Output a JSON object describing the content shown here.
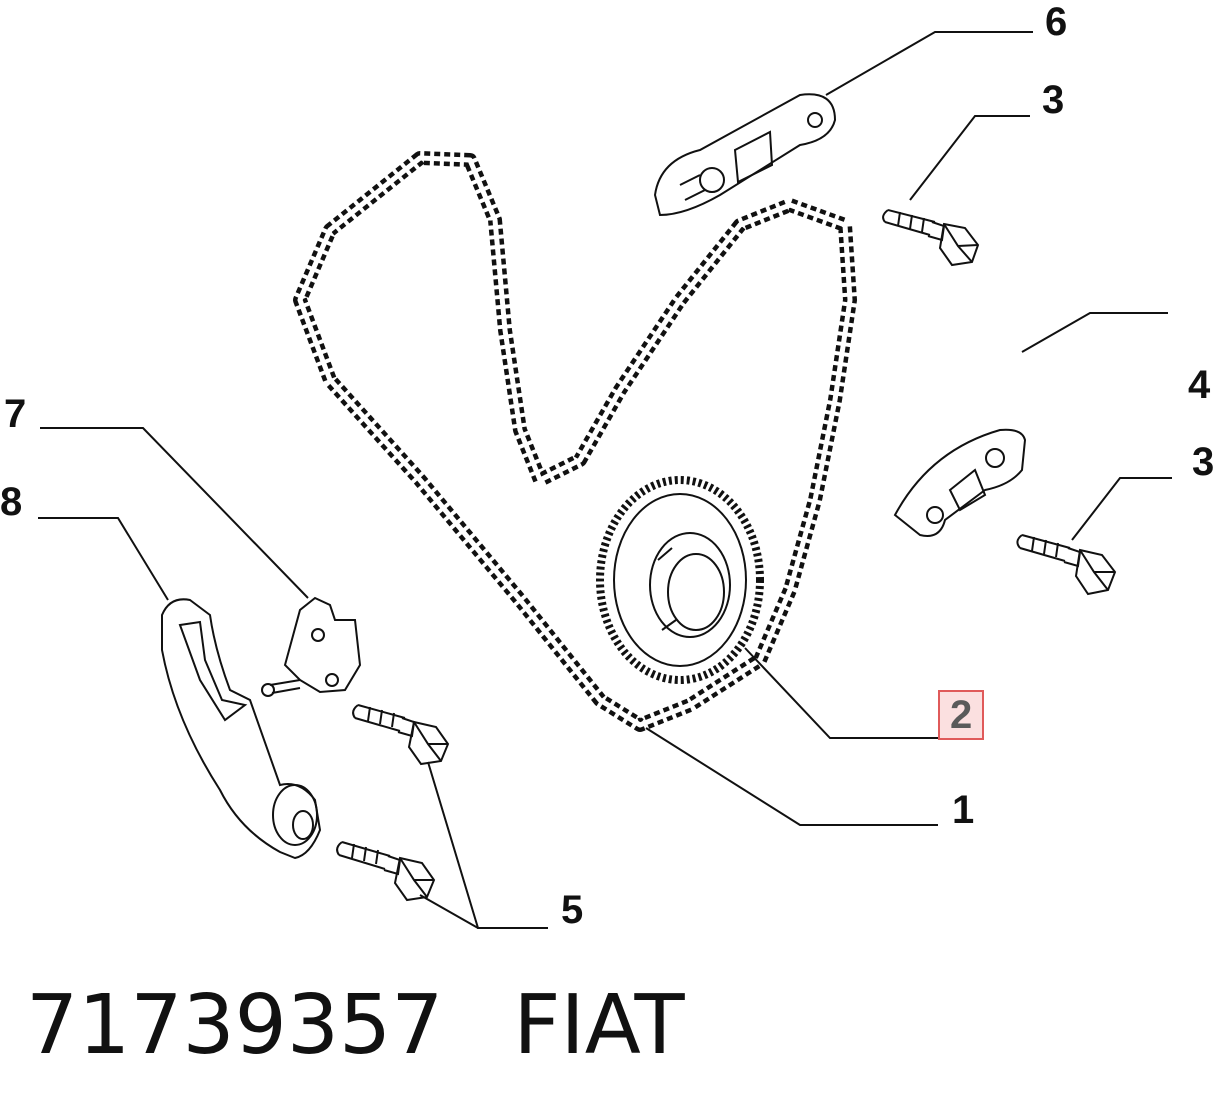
{
  "callouts": {
    "c1": "1",
    "c2": "2",
    "c3a": "3",
    "c3b": "3",
    "c4": "4",
    "c5": "5",
    "c6": "6",
    "c7": "7",
    "c8": "8"
  },
  "highlighted_callout": "2",
  "footer": {
    "part_number": "71739357",
    "brand": "FIAT"
  },
  "colors": {
    "line": "#111111",
    "highlight_border": "#e05a5a",
    "highlight_fill": "#fbe0e0"
  }
}
